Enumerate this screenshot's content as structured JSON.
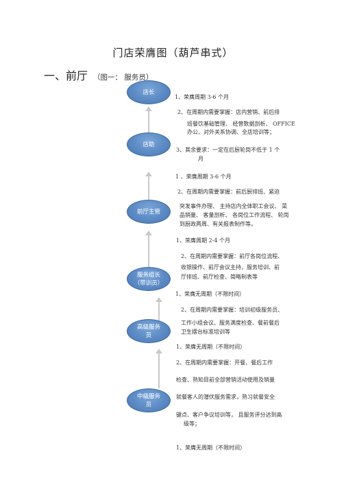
{
  "title": "门店荣膺图（葫芦串式）",
  "section": {
    "heading": "一、前厅",
    "note": "（图一：  服务员）"
  },
  "nodes": {
    "n1": "店长",
    "n2": "店助",
    "n3": "前厅主管",
    "n4a": "服务组长",
    "n4b": "（带训员）",
    "n5a": "高级服务",
    "n5b": "员",
    "n6a": "中级服务",
    "n6b": "员"
  },
  "text": {
    "l1": "1、荣膺周期    3-6 个月",
    "l2": "2、在周期内需要掌握：店内营销、前后排",
    "l3": "班餐饮基础管理、  经营数据剖析、  OFFICE",
    "l4": "办公、对外关系协调、全店培训等；",
    "l5": "3、其余要求：一定在后厨轮岗不低于          1 个",
    "l6": "月",
    "l7": "1 、荣膺周期   3-6 个月",
    "l8": "2、在周期内需要掌握：前后厨排班、紧迫",
    "l9": "突发事件办理、  主持店内全体职工会议、  菜",
    "l10": "品销量、  客量剖析、  各岗位工作流程、  轮岗",
    "l11": "到厨政两周、有关报表制作等。",
    "l12": "1、荣膺周期    2-4 个月",
    "l13": "2、在周期内需要掌握：前厅各岗位流程、",
    "l14": "收银操作、前厅会议主持，服务培训、前",
    "l15": "厅排班、前厅检查、简略制表等",
    "l16": "1、荣膺无周期（不限时间）",
    "l17": "2、在周期内需要掌握：培训初级服务员、",
    "l18": "工作小组会议、服务满度检查、餐前餐后",
    "l19": "卫生摆台标准培训等",
    "l20": "1、荣膺无周期（不限时间）",
    "l21": "2、在周期内需要掌握：开餐、餐后工作",
    "l22": "检查、熟知目前全部营销活动使用及销量",
    "l23": "就餐客人的潜伏服务需求，熟习就餐安全",
    "l24": "键点、客户争议培训等，  且服务评分达到高",
    "l25": "级等；",
    "l26": "1、荣膺无周期（不限时间）"
  }
}
